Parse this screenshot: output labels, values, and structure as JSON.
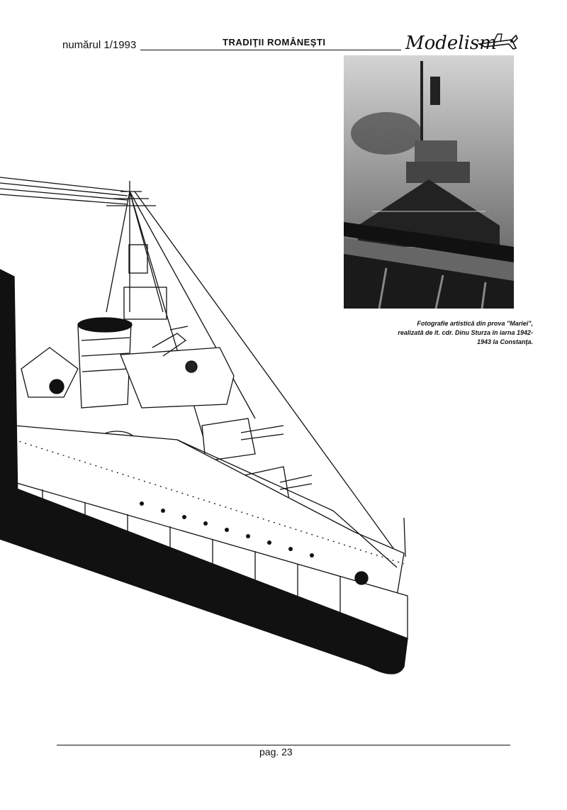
{
  "header": {
    "issue": "numărul 1/1993",
    "title": "TRADIŢII ROMÂNEŞTI",
    "logo_text": "Modelism"
  },
  "photo": {
    "caption_lines": [
      "Fotografie artistică din prova \"Mariei\",",
      "realizată de lt. cdr. Dinu Sturza în iarna 1942-",
      "1943 la Constanţa."
    ]
  },
  "footer": {
    "page": "pag. 23"
  }
}
